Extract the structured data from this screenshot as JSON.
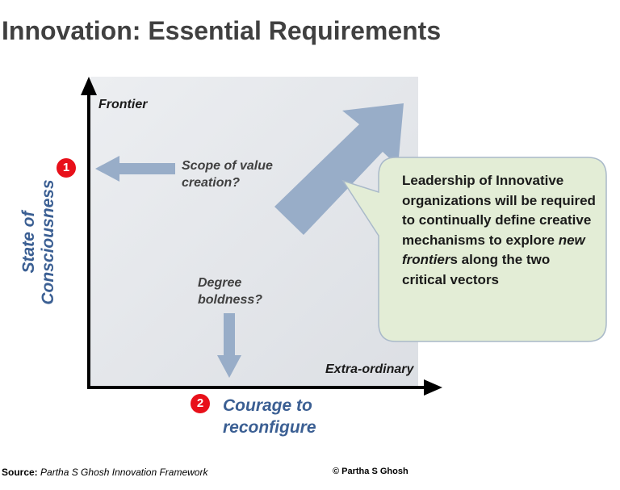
{
  "title": "Innovation: Essential Requirements",
  "diagram": {
    "top_label": "Frontier",
    "corner_label": "Extra-ordinary",
    "y_axis": {
      "badge": "1",
      "label": "State of Consciousness"
    },
    "x_axis": {
      "badge": "2",
      "label": "Courage to reconfigure"
    },
    "scope_question": "Scope  of value creation?",
    "degree_question": "Degree boldness?",
    "callout": {
      "text_before": "Leadership of Innovative organizations will be required to continually define creative mechanisms to explore ",
      "text_italic": "new frontier",
      "text_after": "s along the two critical  vectors"
    }
  },
  "footer": {
    "source_label": "Source:",
    "source_text": "Partha S Ghosh Innovation Framework",
    "copyright": "© Partha S Ghosh"
  },
  "colors": {
    "title": "#404040",
    "quadrant_fill": "#e6e9ed",
    "arrow_fill": "#98adc8",
    "axis_label": "#3b5f93",
    "badge": "#e8101a",
    "callout_fill": "#e3edd6",
    "callout_border": "#a9b9c9"
  }
}
